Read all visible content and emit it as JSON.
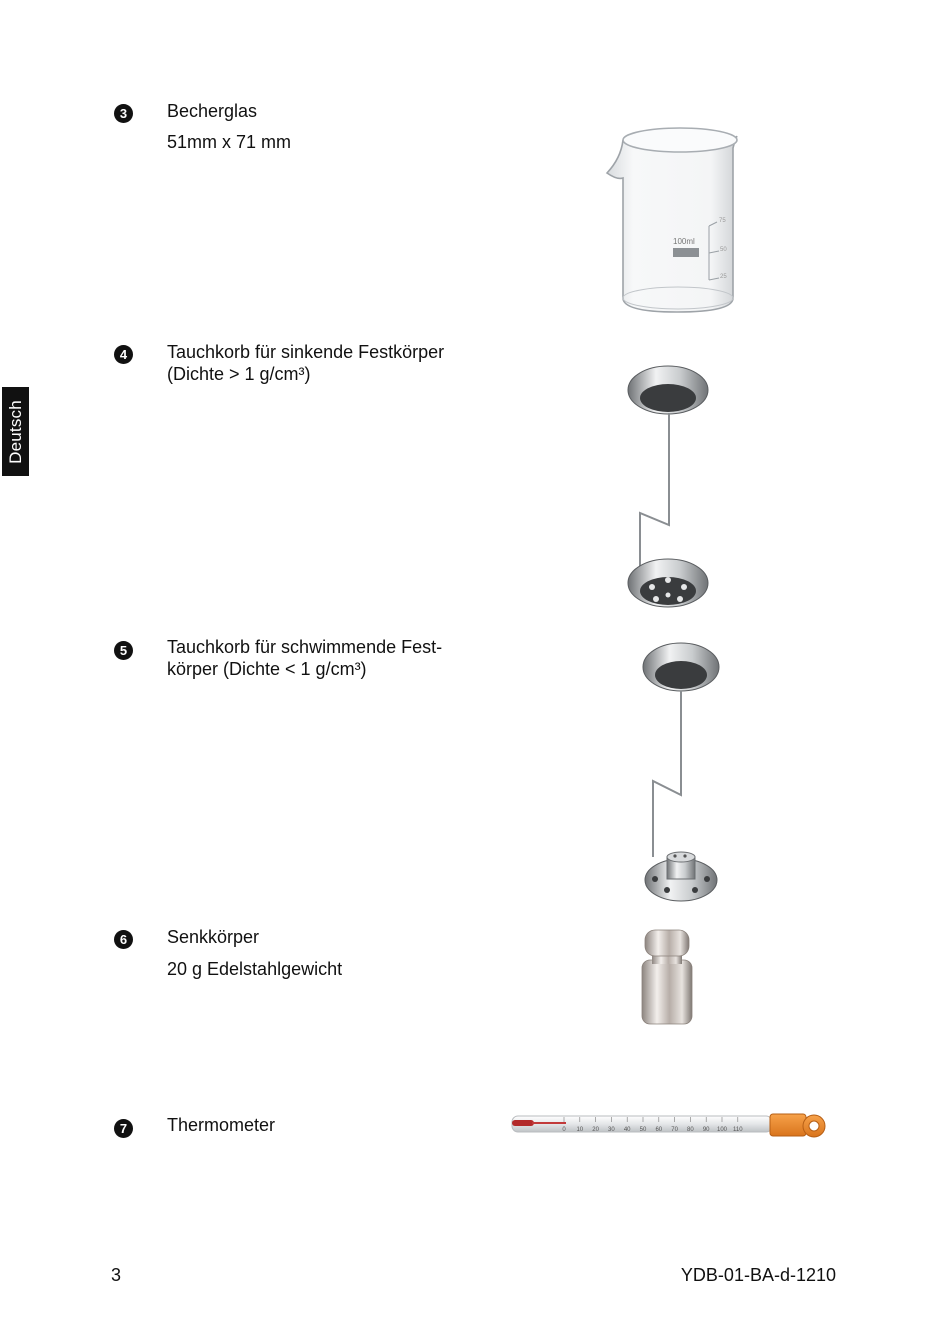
{
  "side_tab": {
    "label": "Deutsch"
  },
  "items": [
    {
      "number": "3",
      "title": "Becherglas",
      "detail": "51mm x 71 mm",
      "beaker_labels": {
        "capacity": "100ml",
        "mark_top": "75",
        "mark_mid": "50",
        "mark_low": "25"
      }
    },
    {
      "number": "4",
      "title": "Tauchkorb für sinkende Festkörper",
      "detail": "(Dichte > 1 g/cm³)"
    },
    {
      "number": "5",
      "title": "Tauchkorb für schwimmende Fest-",
      "detail": "körper (Dichte < 1 g/cm³)"
    },
    {
      "number": "6",
      "title": "Senkkörper",
      "detail": "20 g Edelstahlgewicht"
    },
    {
      "number": "7",
      "title": "Thermometer",
      "scale_labels": [
        "0",
        "10",
        "20",
        "30",
        "40",
        "50",
        "60",
        "70",
        "80",
        "90",
        "100",
        "110"
      ]
    }
  ],
  "footer": {
    "page_number": "3",
    "doc_code": "YDB-01-BA-d-1210"
  }
}
